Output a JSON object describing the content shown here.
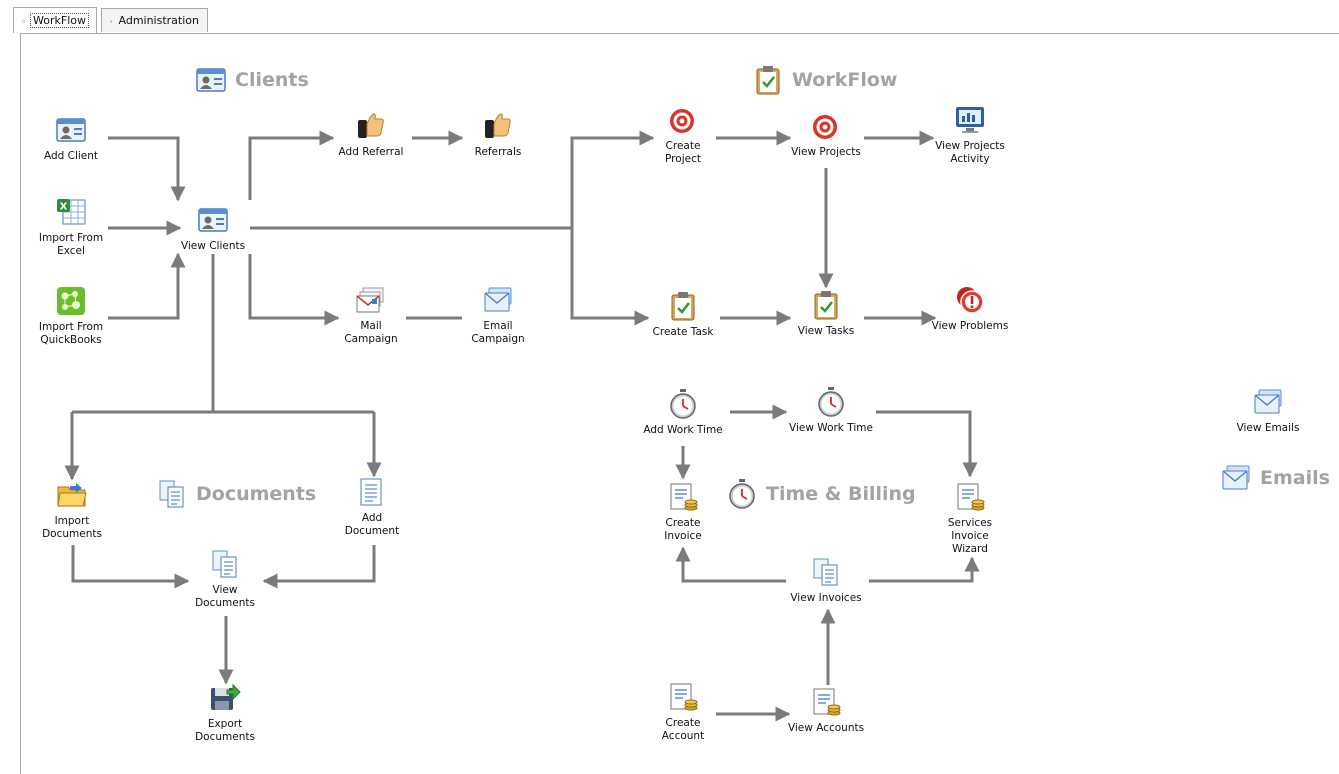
{
  "tabs": [
    {
      "label": "WorkFlow",
      "active": true
    },
    {
      "label": "Administration",
      "active": false
    }
  ],
  "sections": {
    "clients": "Clients",
    "workflow": "WorkFlow",
    "documents": "Documents",
    "time_billing": "Time & Billing",
    "emails": "Emails"
  },
  "nodes": {
    "add_client": "Add Client",
    "import_excel": "Import From\nExcel",
    "import_quickbooks": "Import From\nQuickBooks",
    "view_clients": "View Clients",
    "add_referral": "Add Referral",
    "referrals": "Referrals",
    "mail_campaign": "Mail\nCampaign",
    "email_campaign": "Email\nCampaign",
    "create_project": "Create\nProject",
    "view_projects": "View Projects",
    "view_projects_activity": "View Projects\nActivity",
    "create_task": "Create Task",
    "view_tasks": "View Tasks",
    "view_problems": "View Problems",
    "add_work_time": "Add Work Time",
    "view_work_time": "View Work Time",
    "create_invoice": "Create\nInvoice",
    "services_invoice_wizard": "Services\nInvoice\nWizard",
    "view_invoices": "View Invoices",
    "create_account": "Create\nAccount",
    "view_accounts": "View Accounts",
    "import_documents": "Import\nDocuments",
    "add_document": "Add\nDocument",
    "view_documents": "View\nDocuments",
    "export_documents": "Export\nDocuments",
    "view_emails": "View Emails"
  },
  "colors": {
    "arrow": "#7b7b7b",
    "section_title": "#a3a3a3",
    "tab_border": "#a9a9a9"
  }
}
